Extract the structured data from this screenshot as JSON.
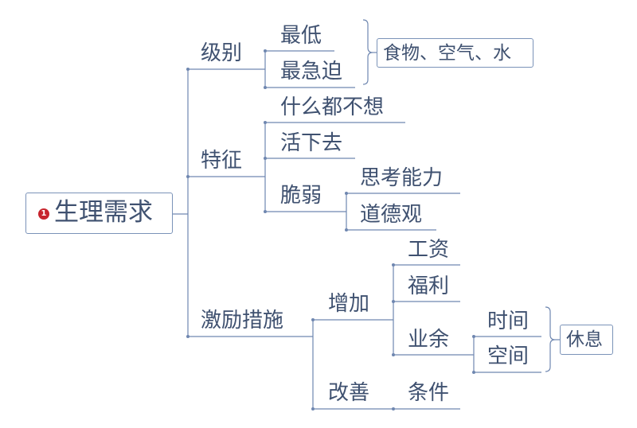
{
  "root": {
    "label": "生理需求",
    "badge": "1"
  },
  "branches": {
    "level": {
      "label": "级别",
      "items": [
        "最低",
        "最急迫"
      ],
      "summary": "食物、空气、水"
    },
    "traits": {
      "label": "特征",
      "items": [
        "什么都不想",
        "活下去",
        "脆弱"
      ],
      "fragile_children": [
        "思考能力",
        "道德观"
      ]
    },
    "incentives": {
      "label": "激励措施",
      "increase": {
        "label": "增加",
        "items": [
          "工资",
          "福利",
          "业余"
        ],
        "spare_children": [
          "时间",
          "空间"
        ],
        "summary": "休息"
      },
      "improve": {
        "label": "改善",
        "items": [
          "条件"
        ]
      }
    }
  },
  "colors": {
    "line": "#6f87b0",
    "text": "#3f5170",
    "badge": "#c7242d"
  }
}
